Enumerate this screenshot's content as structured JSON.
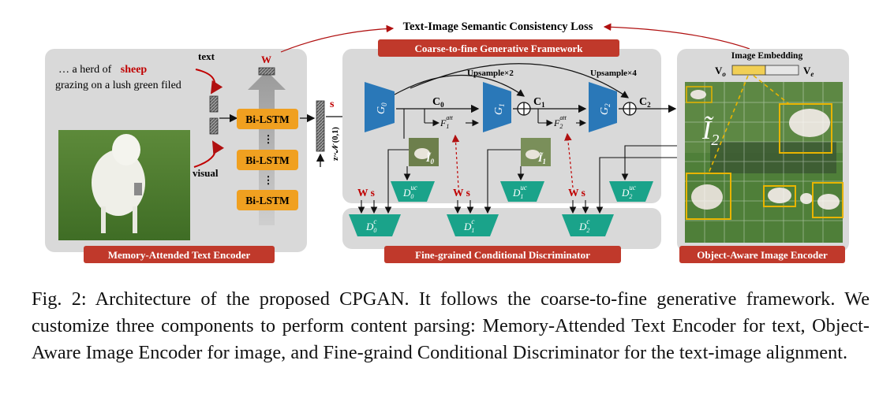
{
  "top_loss": "Text-Image Semantic Consistency Loss",
  "panels": {
    "text_encoder": "Memory-Attended Text Encoder",
    "generative": "Coarse-to-fine Generative Framework",
    "discriminator": "Fine-grained Conditional Discriminator",
    "image_encoder": "Object-Aware Image Encoder"
  },
  "text_encoder": {
    "sentence_line1_pre": "… a herd of",
    "sentence_keyword": "sheep",
    "sentence_line2": "grazing on a lush green filed",
    "text_label": "text",
    "visual_label": "visual",
    "w_label": "W",
    "lstm": [
      "Bi-LSTM",
      "Bi-LSTM",
      "Bi-LSTM"
    ],
    "dots": "⋮"
  },
  "generator": {
    "s_label": "s",
    "noise_label": "z~𝒩 (0,1)",
    "g0": "G",
    "g0_sub": "0",
    "g1": "G",
    "g1_sub": "1",
    "g2": "G",
    "g2_sub": "2",
    "c0": "C",
    "c0_sub": "0",
    "c1": "C",
    "c1_sub": "1",
    "c2": "C",
    "c2_sub": "2",
    "f1": "F",
    "f1_sub": "1",
    "f1_sup": "att",
    "f2": "F",
    "f2_sub": "2",
    "f2_sup": "att",
    "upsample2": "Upsample×2",
    "upsample4": "Upsample×4",
    "i0": "Ĩ",
    "i0_sub": "0",
    "i1": "Ĩ",
    "i1_sub": "1",
    "d0uc": "D",
    "d0uc_sub": "0",
    "d0uc_sup": "uc",
    "d1uc": "D",
    "d1uc_sub": "1",
    "d1uc_sup": "uc",
    "d2uc": "D",
    "d2uc_sub": "2",
    "d2uc_sup": "uc"
  },
  "discriminator": {
    "ws": [
      "W s",
      "W s",
      "W s"
    ],
    "d0c": "D",
    "d0c_sub": "0",
    "d0c_sup": "c",
    "d1c": "D",
    "d1c_sub": "1",
    "d1c_sup": "c",
    "d2c": "D",
    "d2c_sub": "2",
    "d2c_sup": "c"
  },
  "image_encoder": {
    "embedding_label": "Image Embedding",
    "vo": "V",
    "vo_sub": "o",
    "ve": "V",
    "ve_sub": "e",
    "i2": "Ĩ",
    "i2_sub": "2"
  },
  "caption": {
    "label": "Fig. 2:",
    "text": "Architecture of the proposed CPGAN. It follows the coarse-to-fine generative framework. We customize three components to perform content parsing: Memory-Attended Text Encoder for text, Object-Aware Image Encoder for image, and Fine-graind Conditional Discriminator for the text-image alignment."
  },
  "colors": {
    "panel_bg": "#d9d9d9",
    "label_red": "#c0392b",
    "lstm_orange": "#f0a020",
    "gen_blue": "#2a78b8",
    "disc_teal": "#1aa38a",
    "keyword_red": "#c00000",
    "box_yellow": "#e8b400"
  }
}
